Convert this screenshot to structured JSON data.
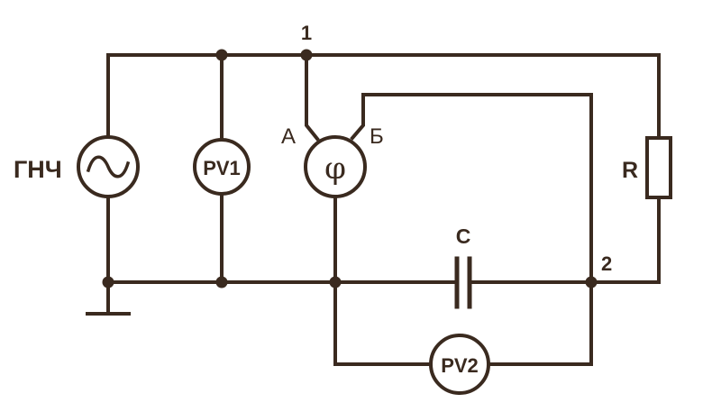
{
  "diagram": {
    "nodes": {
      "node1": "1",
      "node2": "2"
    },
    "components": {
      "generator": {
        "label": "ГНЧ",
        "symbol": "~"
      },
      "voltmeter1": "PV1",
      "voltmeter2": "PV2",
      "phase_meter": {
        "symbol": "φ",
        "terminal_a": "А",
        "terminal_b": "Б"
      },
      "resistor": "R",
      "capacitor": "C"
    },
    "colors": {
      "stroke": "#3a2a1f",
      "background": "#ffffff"
    }
  }
}
